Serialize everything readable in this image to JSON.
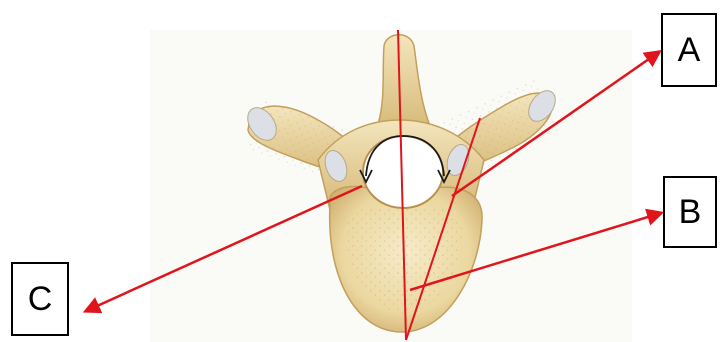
{
  "labels": {
    "a": "A",
    "b": "B",
    "c": "C"
  },
  "colors": {
    "annotation": "#e0151b",
    "bone_light": "#f3e6c2",
    "bone_mid": "#e3cc93",
    "bone_dark": "#c9a662",
    "cartilage": "#dcdfe6",
    "label_border": "#000000"
  }
}
